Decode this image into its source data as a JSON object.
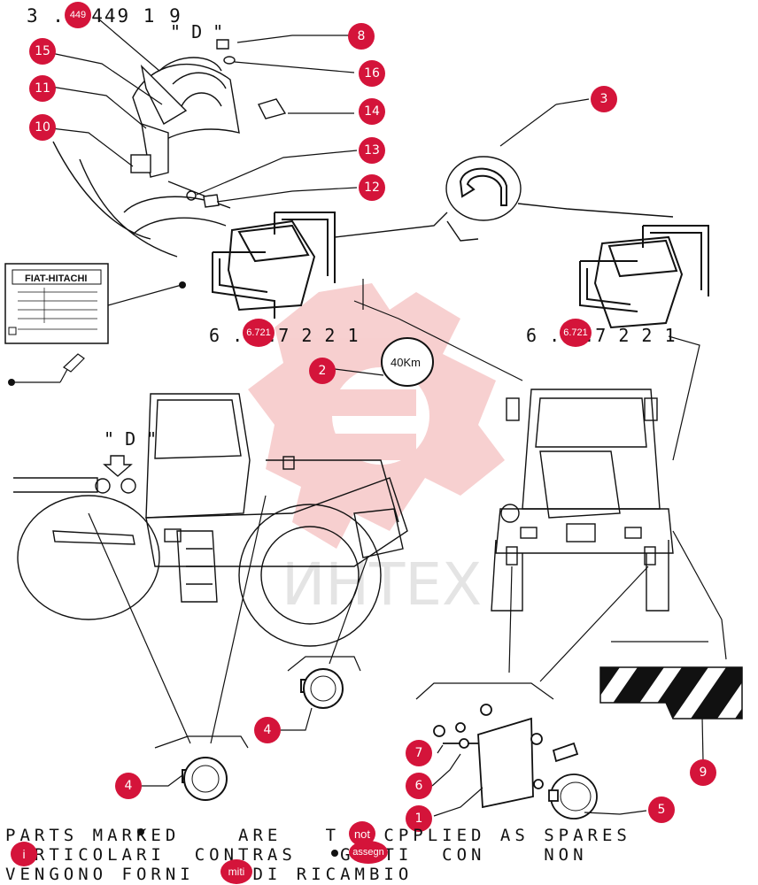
{
  "drawing": {
    "ref_top": "3 .  449 1 9",
    "ref_top_badge": "449",
    "view_label_top": "\" D \"",
    "view_label_side": "\" D \"",
    "ref_left": "6 .  .7 2 2 1",
    "ref_left_badge": "6.721",
    "ref_right": "6 .  .7 2 2 1",
    "ref_right_badge": "6.721",
    "nameplate_brand": "FIAT-HITACHI",
    "speed_sign": "40Km",
    "watermark_text": "ИНТЕХ"
  },
  "callouts": [
    "1",
    "2",
    "3",
    "4",
    "4",
    "5",
    "6",
    "7",
    "8",
    "9",
    "10",
    "11",
    "12",
    "13",
    "14",
    "15",
    "16"
  ],
  "footer": {
    "line1": "PARTS MARKED    ARE   T   CPPLIED AS SPARES",
    "line2": " ARTICOLARI  CONTRAS   GNATI  CON    NON",
    "line3": "VENGONO FORNI    DI RICAMBIO",
    "badge_not": "not",
    "badge_assegn": "assegn",
    "badge_i": "i",
    "badge_miti": "miti"
  },
  "colors": {
    "callout": "#d4143a",
    "watermark": "#f1a9a9",
    "ink": "#111111"
  }
}
